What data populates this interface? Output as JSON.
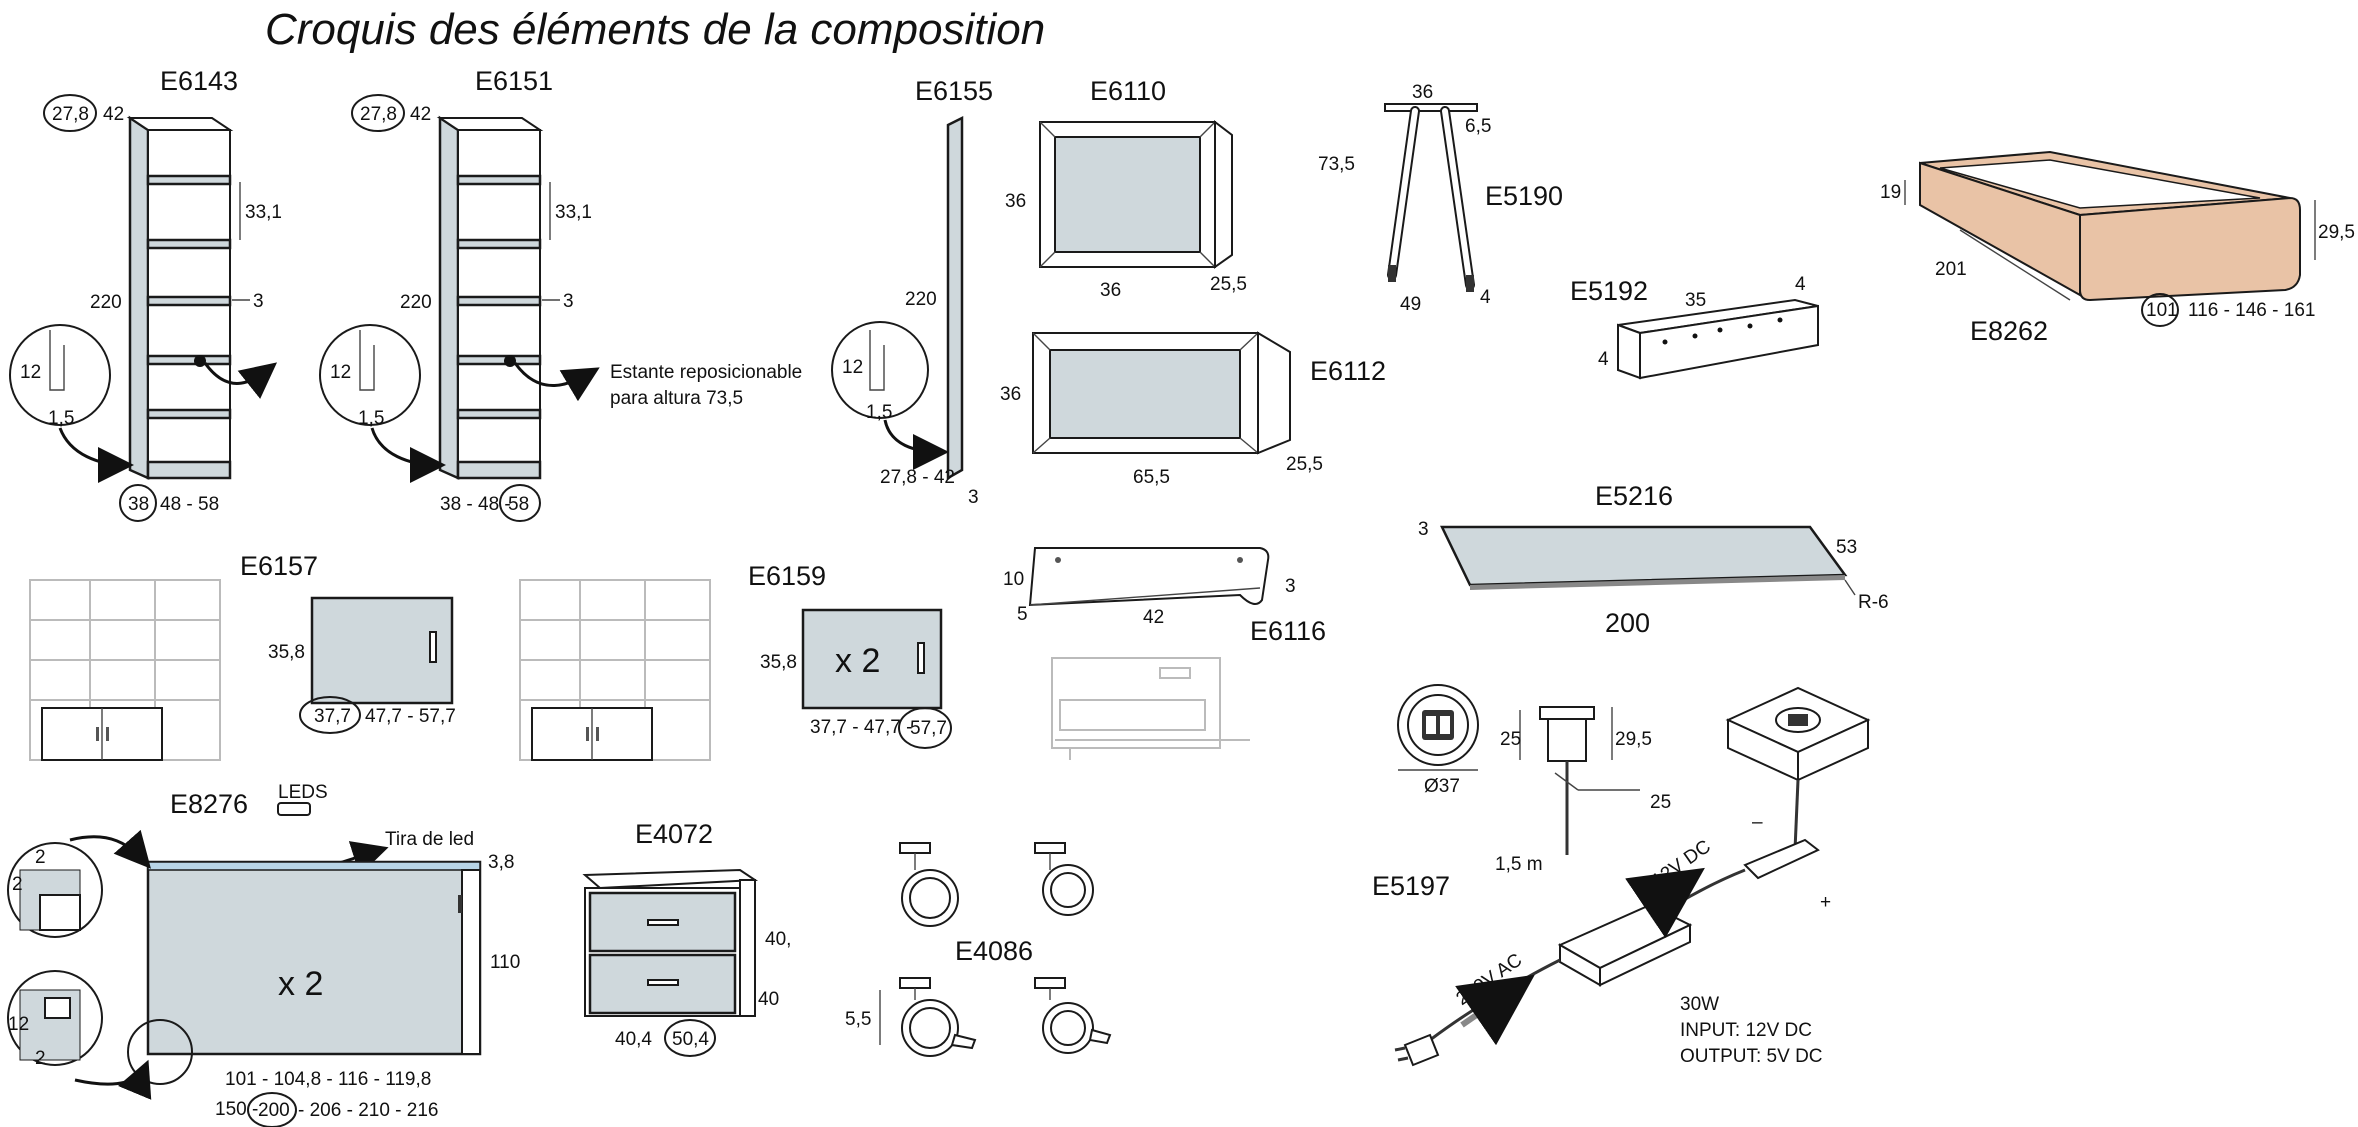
{
  "title": "Croquis des éléments de la composition",
  "items": {
    "e6143": {
      "code": "E6143",
      "dims": [
        "27,8",
        "42",
        "33,1",
        "3",
        "220",
        "12",
        "1,5",
        "38",
        "48 - 58"
      ]
    },
    "e6151": {
      "code": "E6151",
      "dims": [
        "27,8",
        "42",
        "33,1",
        "3",
        "220",
        "12",
        "1,5",
        "38 - 48 -",
        "58"
      ],
      "note_line1": "Estante reposicionable",
      "note_line2": "para altura 73,5"
    },
    "e6155": {
      "code": "E6155",
      "dims": [
        "220",
        "12",
        "1,5",
        "27,8 - 42",
        "3"
      ]
    },
    "e6110": {
      "code": "E6110",
      "dims": [
        "36",
        "36",
        "25,5"
      ]
    },
    "e6112": {
      "code": "E6112",
      "dims": [
        "36",
        "65,5",
        "25,5"
      ]
    },
    "e5190": {
      "code": "E5190",
      "dims": [
        "36",
        "6,5",
        "73,5",
        "49",
        "4"
      ]
    },
    "e5192": {
      "code": "E5192",
      "dims": [
        "35",
        "4",
        "4"
      ]
    },
    "e8262": {
      "code": "E8262",
      "dims": [
        "19",
        "201",
        "29,5",
        "101",
        "116 - 146 - 161"
      ]
    },
    "e6157": {
      "code": "E6157",
      "dims": [
        "35,8",
        "37,7",
        "47,7 - 57,7"
      ]
    },
    "e6159": {
      "code": "E6159",
      "dims": [
        "35,8",
        "37,7 - 47,7 -",
        "57,7"
      ],
      "multiplier": "x 2"
    },
    "e6116": {
      "code": "E6116",
      "dims": [
        "10",
        "5",
        "42",
        "3"
      ]
    },
    "e5216": {
      "code": "E5216",
      "dims": [
        "3",
        "53",
        "R-6",
        "200"
      ]
    },
    "e5197": {
      "code": "E5197",
      "dims": [
        "Ø37",
        "25",
        "29,5",
        "25",
        "1,5 m"
      ],
      "labels": [
        "12V DC",
        "230V AC",
        "–",
        "+"
      ],
      "spec": [
        "30W",
        "INPUT: 12V DC",
        "OUTPUT: 5V DC"
      ]
    },
    "e8276": {
      "code": "E8276",
      "dims": [
        "2",
        "2",
        "12",
        "2",
        "3,8",
        "110",
        "101 - 104,8 - 116 - 119,8",
        "150 -",
        "200",
        "- 206 - 210 - 216"
      ],
      "leds": "LEDS",
      "tira": "Tira de led",
      "multiplier": "x 2"
    },
    "e4072": {
      "code": "E4072",
      "dims": [
        "40,",
        "40",
        "40,4",
        "50,4"
      ]
    },
    "e4086": {
      "code": "E4086",
      "dims": [
        "5,5"
      ]
    }
  }
}
